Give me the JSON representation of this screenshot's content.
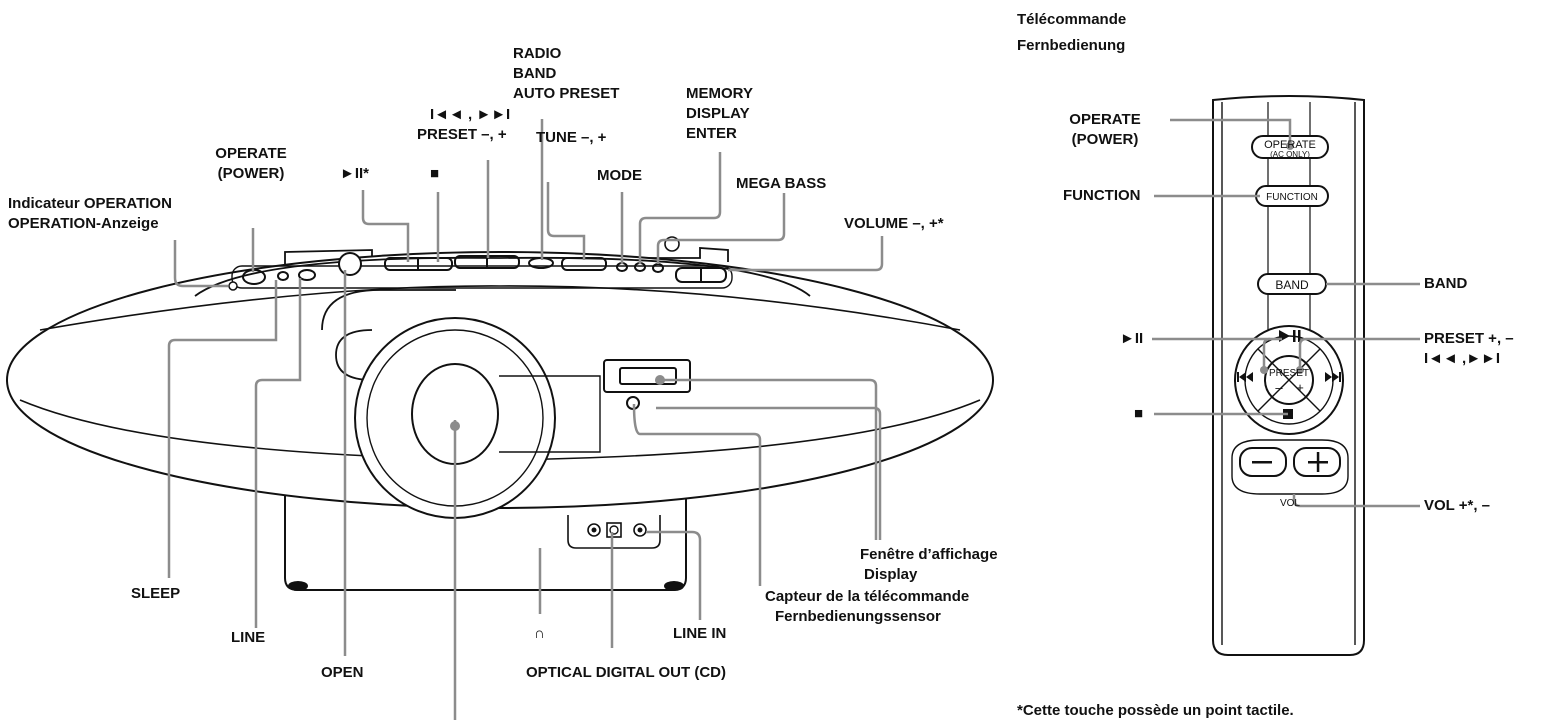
{
  "remote_title": {
    "line1": "Télécommande",
    "line2": "Fernbedienung"
  },
  "unit_labels": {
    "operation_indicator_fr": "Indicateur OPERATION",
    "operation_indicator_de": "OPERATION-Anzeige",
    "operate_power_1": "OPERATE",
    "operate_power_2": "(POWER)",
    "play_pause": "►II*",
    "stop": "■",
    "prev_next": "I◄◄ , ►►I",
    "preset": "PRESET –, +",
    "radio": "RADIO",
    "band": "BAND",
    "auto_preset": "AUTO PRESET",
    "tune": "TUNE –, +",
    "memory": "MEMORY",
    "display": "DISPLAY",
    "enter": "ENTER",
    "mode": "MODE",
    "mega_bass": "MEGA BASS",
    "volume": "VOLUME –, +*",
    "sleep": "SLEEP",
    "line": "LINE",
    "open": "OPEN",
    "headphones": "∩",
    "optical": "OPTICAL DIGITAL OUT (CD)",
    "line_in": "LINE IN",
    "display_window_fr": "Fenêtre d’affichage",
    "display_window_de": "Display",
    "sensor_fr": "Capteur de la télécommande",
    "sensor_de": "Fernbedienungssensor"
  },
  "remote_labels": {
    "operate_1": "OPERATE",
    "operate_2": "(POWER)",
    "function": "FUNCTION",
    "band": "BAND",
    "play_pause": "►II",
    "preset_1": "PRESET +, –",
    "preset_2": "I◄◄ ,►►I",
    "stop": "■",
    "vol": "VOL +*, –"
  },
  "remote_buttons": {
    "operate_top": "OPERATE",
    "operate_sub": "(AC ONLY)",
    "function": "FUNCTION",
    "band": "BAND",
    "preset": "PRESET",
    "vol": "VOL"
  },
  "footnote": "*Cette touche possède un point tactile."
}
